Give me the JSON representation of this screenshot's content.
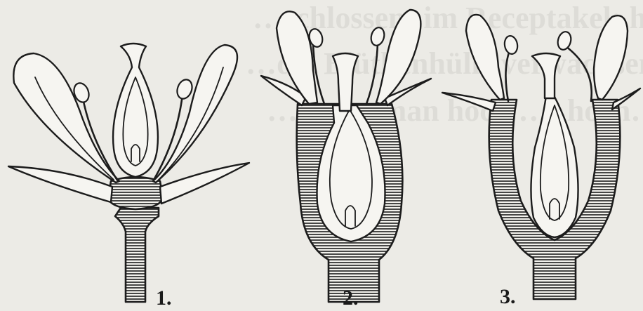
{
  "background_text": [
    "…schlossen; im Receptakel; hinter dieser Art zu",
    "…die Blüthenhülle verwachsen; Figuren mit dem Gynäceum",
    "…nennt man hoch …; hoch…"
  ],
  "figures": [
    {
      "label": "1.",
      "type": "hypogynous flower, superior ovary"
    },
    {
      "label": "2.",
      "type": "epigynous flower, inferior ovary, solid receptacle"
    },
    {
      "label": "3.",
      "type": "perigynous cup-shaped receptacle with ovary"
    }
  ]
}
